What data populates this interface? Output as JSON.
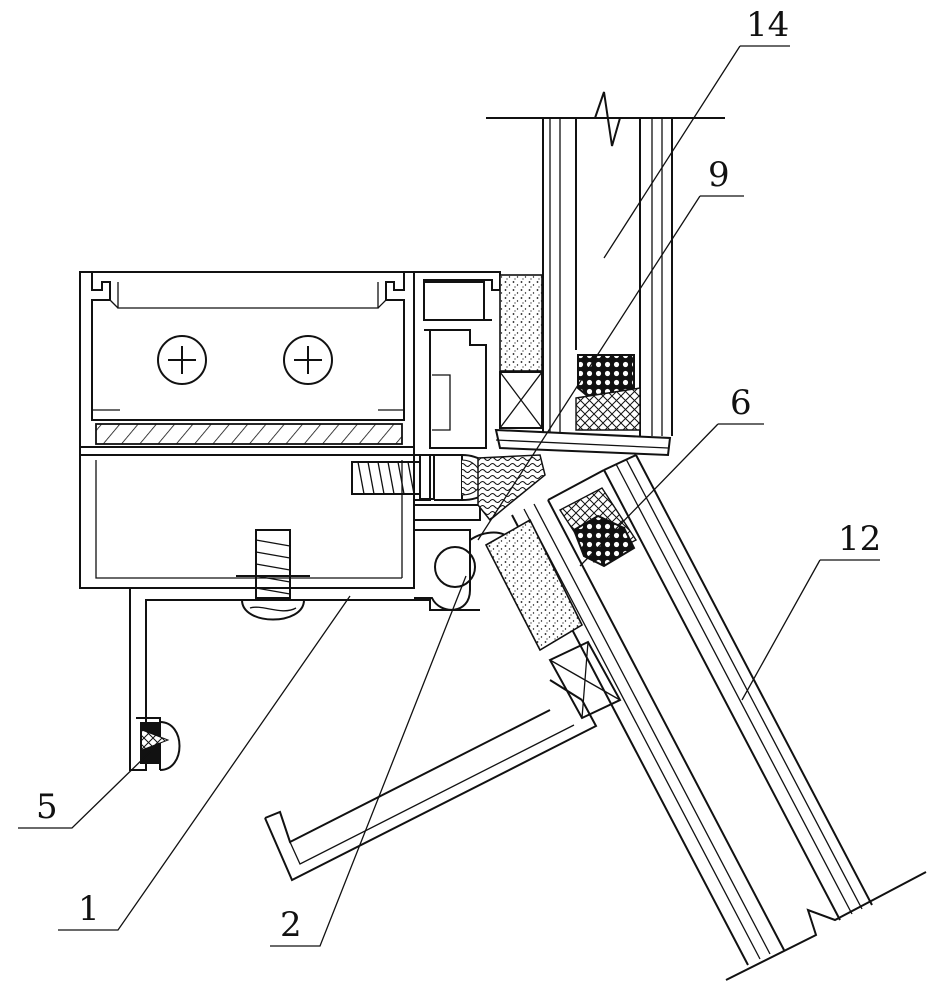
{
  "callouts": [
    {
      "id": "c14",
      "label": "14"
    },
    {
      "id": "c9",
      "label": "9"
    },
    {
      "id": "c6",
      "label": "6"
    },
    {
      "id": "c12",
      "label": "12"
    },
    {
      "id": "c5",
      "label": "5"
    },
    {
      "id": "c1",
      "label": "1"
    },
    {
      "id": "c2",
      "label": "2"
    }
  ],
  "colors": {
    "line": "#111111",
    "background": "#ffffff"
  }
}
